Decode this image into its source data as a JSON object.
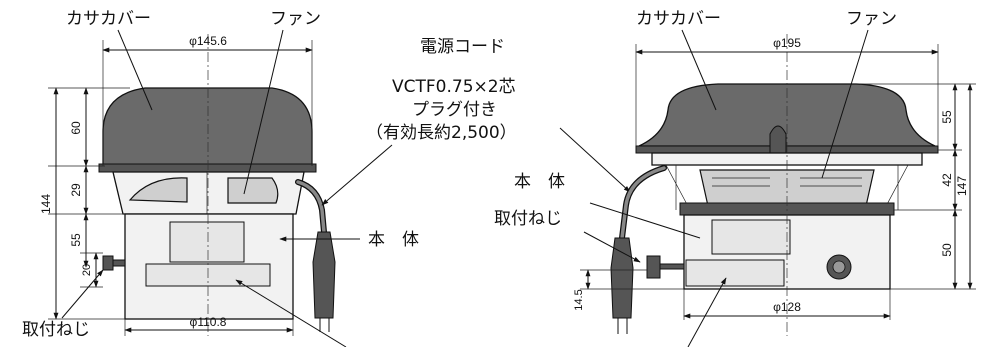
{
  "left_view": {
    "cover_label": "カサカバー",
    "fan_label": "ファン",
    "body_label": "本　体",
    "screw_label": "取付ねじ",
    "dim_top_width": "φ145.6",
    "dim_bottom_width": "φ110.8",
    "dim_total_height": "144",
    "dim_cover_height": "60",
    "dim_fan_height": "29",
    "dim_body_height": "55",
    "dim_screw_height": "20"
  },
  "cord_note": {
    "line1": "電源コード",
    "line2": "VCTF0.75×2芯",
    "line3": "プラグ付き",
    "line4": "（有効長約2,500）"
  },
  "right_view": {
    "cover_label": "カサカバー",
    "fan_label": "ファン",
    "body_label": "本　体",
    "screw_label": "取付ねじ",
    "dim_top_width": "φ195",
    "dim_bottom_width": "φ128",
    "dim_total_height": "147",
    "dim_cover_height": "55",
    "dim_fan_height": "42",
    "dim_body_height": "50",
    "dim_screw_height": "14.5"
  }
}
